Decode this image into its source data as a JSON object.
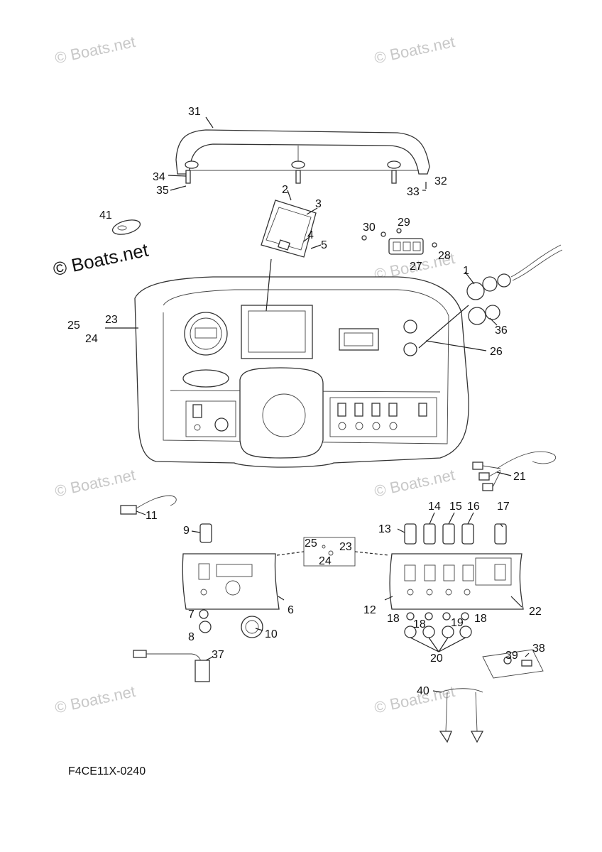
{
  "watermark": "© Boats.net",
  "diagram_code": "F4CE11X-0240",
  "callouts": [
    "1",
    "2",
    "3",
    "4",
    "5",
    "6",
    "7",
    "8",
    "9",
    "10",
    "11",
    "12",
    "13",
    "14",
    "15",
    "16",
    "17",
    "18",
    "18",
    "18",
    "19",
    "20",
    "21",
    "22",
    "23",
    "23",
    "24",
    "24",
    "25",
    "25",
    "26",
    "27",
    "28",
    "29",
    "30",
    "31",
    "32",
    "33",
    "34",
    "35",
    "36",
    "37",
    "38",
    "39",
    "40",
    "41"
  ]
}
